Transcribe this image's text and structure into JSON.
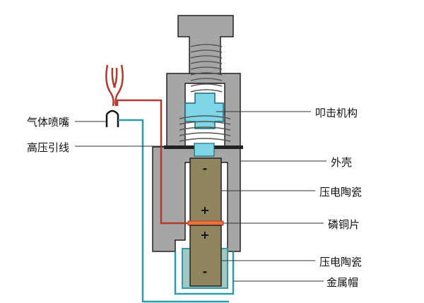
{
  "labels": {
    "nozzle": "气体喷嘴",
    "hv_lead": "高压引线",
    "striker": "叩击机构",
    "shell": "外壳",
    "ceramic_top": "压电陶瓷",
    "bronze": "磷铜片",
    "ceramic_bottom": "压电陶瓷",
    "cap": "金属帽"
  },
  "marks": {
    "minus_top": "-",
    "plus_top": "+",
    "plus_bottom": "+",
    "minus_bottom": "-"
  },
  "colors": {
    "shell": "#a6a6a6",
    "ceramic": "#8f8660",
    "striker": "#7fd6e6",
    "wire_red": "#b03a2e",
    "wire_teal": "#2f9aa8",
    "bronze": "#f0723a",
    "cap": "#9ec9c0",
    "spring": "#555555"
  }
}
